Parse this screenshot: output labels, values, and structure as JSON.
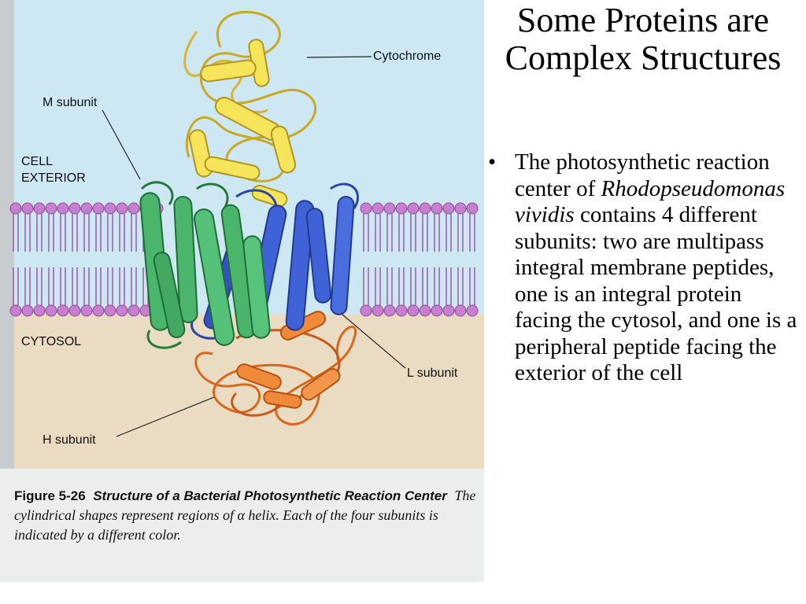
{
  "slide": {
    "title": "Some Proteins are Complex Structures",
    "bullet": {
      "marker": "•",
      "text_before": "The photosynthetic reaction center of ",
      "organism": "Rhodopseudomonas vividis",
      "text_after": " contains 4 different subunits: two are multipass integral membrane peptides, one is an integral protein facing the cytosol, and one is a peripheral peptide facing the exterior of the cell"
    }
  },
  "figure": {
    "labels": {
      "cytochrome": "Cytochrome",
      "m_subunit": "M subunit",
      "cell_exterior_line1": "CELL",
      "cell_exterior_line2": "EXTERIOR",
      "cytosol": "CYTOSOL",
      "l_subunit": "L subunit",
      "h_subunit": "H subunit"
    },
    "caption": {
      "number": "Figure 5-26",
      "title": "Structure of a Bacterial Photosynthetic Reaction Center",
      "body": "The cylindrical shapes represent regions of α helix. Each of the four subunits is indicated by a different color."
    },
    "colors": {
      "cytochrome": "#f2e04a",
      "m_subunit": "#3aa35a",
      "l_subunit": "#3556c8",
      "h_subunit": "#e8762a",
      "membrane": "#c77fcf",
      "exterior_bg": "#cde8f2",
      "cytosol_bg": "#e9dcc2"
    }
  }
}
